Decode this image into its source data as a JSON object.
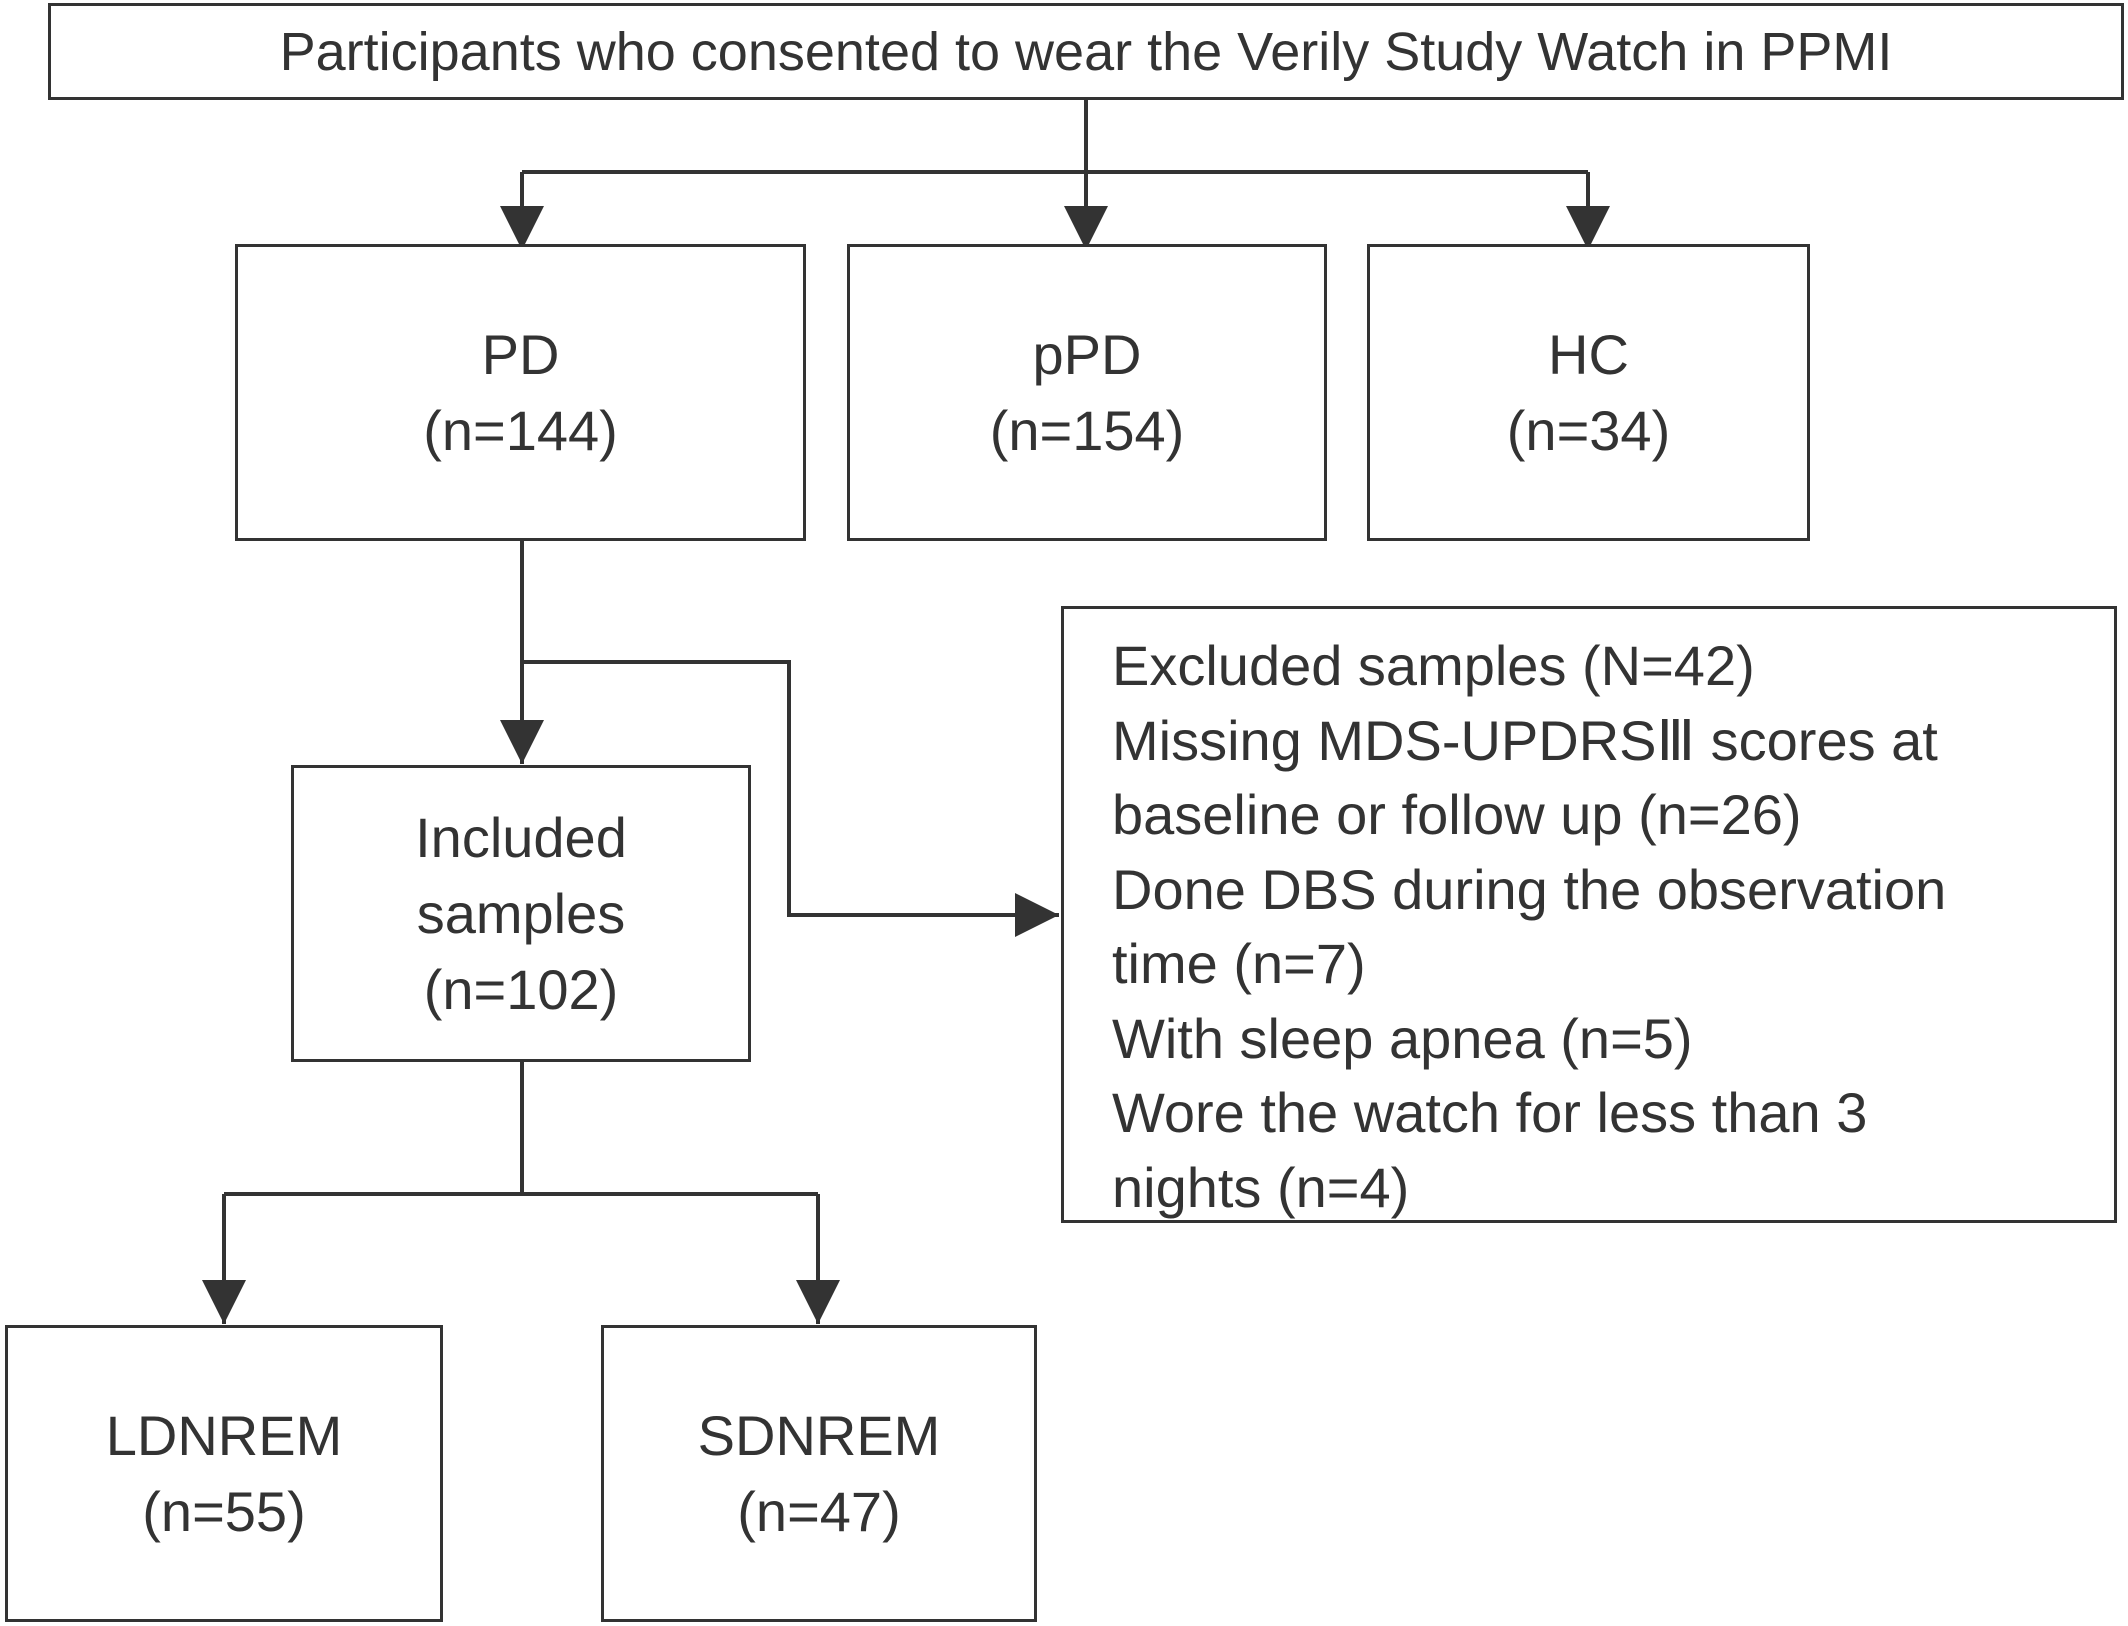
{
  "diagram": {
    "type": "flowchart",
    "nodes": {
      "consented": {
        "text": "Participants who consented to wear the Verily Study Watch in PPMI"
      },
      "pd": {
        "title": "PD",
        "count": "(n=144)"
      },
      "ppd": {
        "title": "pPD",
        "count": "(n=154)"
      },
      "hc": {
        "title": "HC",
        "count": "(n=34)"
      },
      "included": {
        "lines": [
          "Included",
          "samples",
          "(n=102)"
        ]
      },
      "excluded": {
        "lines": [
          "Excluded samples (N=42)",
          "Missing MDS-UPDRSⅢ scores at",
          "baseline or follow up (n=26)",
          "Done DBS during the observation",
          "time (n=7)",
          "With sleep apnea (n=5)",
          "Wore the watch for less than 3",
          "nights (n=4)"
        ]
      },
      "ldnrem": {
        "title": "LDNREM",
        "count": "(n=55)"
      },
      "sdnrem": {
        "title": "SDNREM",
        "count": "(n=47)"
      }
    },
    "edges": [
      {
        "from": "consented",
        "to": "pd"
      },
      {
        "from": "consented",
        "to": "ppd"
      },
      {
        "from": "consented",
        "to": "hc"
      },
      {
        "from": "pd",
        "to": "included"
      },
      {
        "from": "pd",
        "to": "excluded"
      },
      {
        "from": "included",
        "to": "ldnrem"
      },
      {
        "from": "included",
        "to": "sdnrem"
      }
    ],
    "colors": {
      "stroke": "#333333",
      "text": "#333333",
      "background": "#ffffff"
    }
  }
}
